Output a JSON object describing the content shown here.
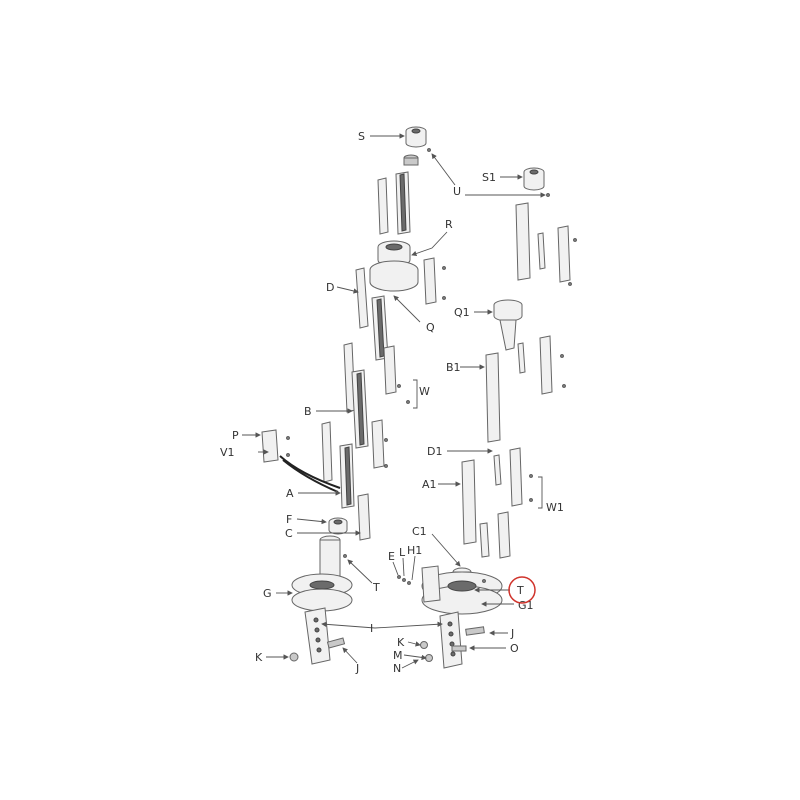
{
  "diagram": {
    "labels": [
      "S",
      "S1",
      "U",
      "R",
      "D",
      "Q",
      "Q1",
      "B1",
      "W",
      "B",
      "P",
      "V1",
      "D1",
      "A1",
      "A",
      "W1",
      "F",
      "C",
      "C1",
      "E",
      "L",
      "H1",
      "T",
      "G",
      "G1",
      "I",
      "J",
      "K",
      "M",
      "N",
      "O"
    ],
    "highlighted_label": "T",
    "highlight_color": "#d0342c"
  }
}
